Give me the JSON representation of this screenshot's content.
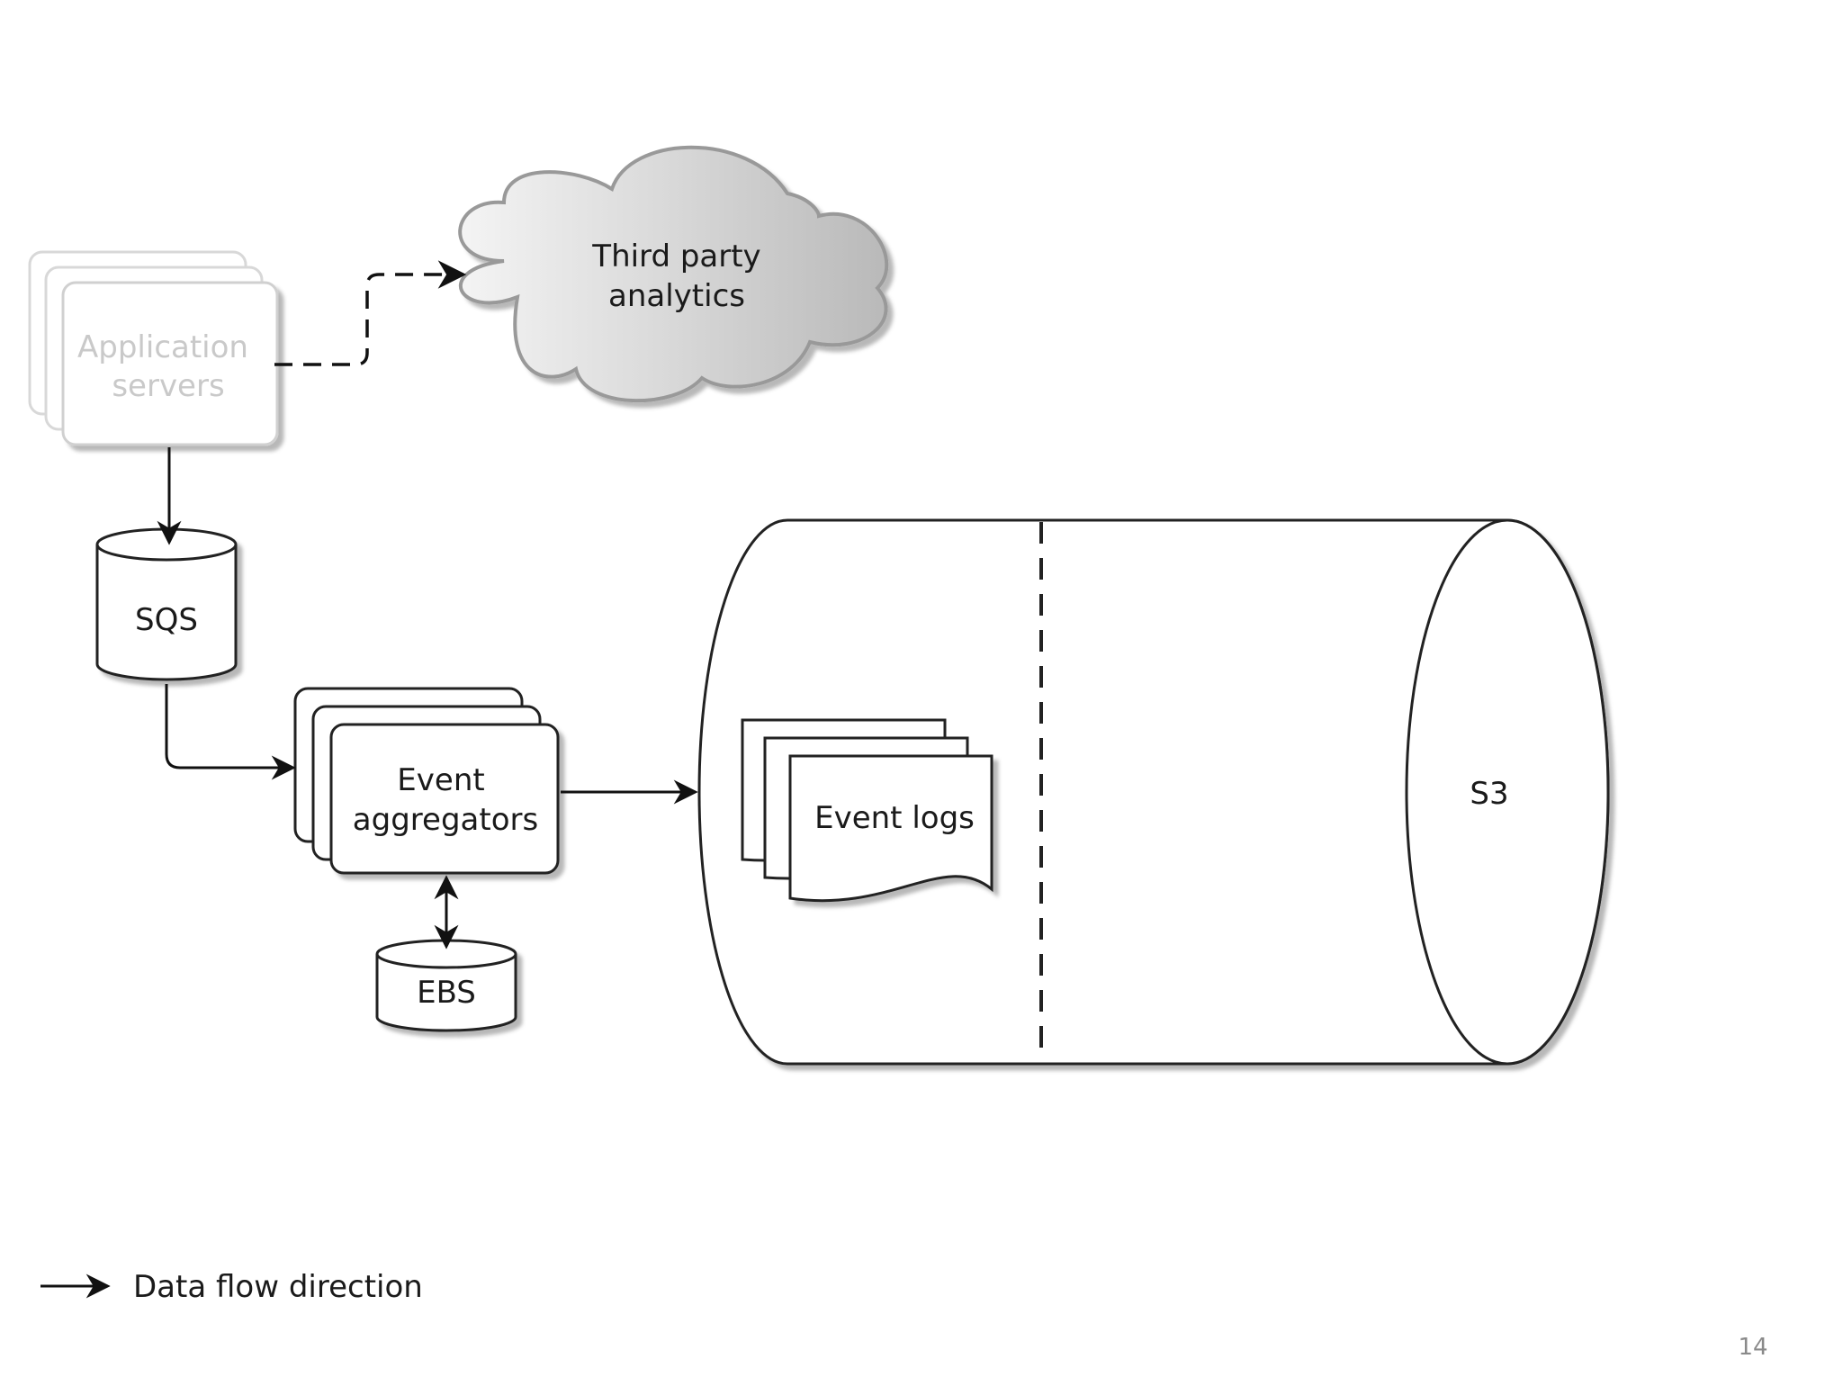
{
  "nodes": {
    "app_servers": {
      "line1": "Application",
      "line2": "servers"
    },
    "third_party": {
      "line1": "Third party",
      "line2": "analytics"
    },
    "sqs": {
      "label": "SQS"
    },
    "event_aggregators": {
      "line1": "Event",
      "line2": "aggregators"
    },
    "ebs": {
      "label": "EBS"
    },
    "event_logs": {
      "label": "Event logs"
    },
    "s3": {
      "label": "S3"
    }
  },
  "legend": {
    "label": "Data flow direction"
  },
  "page_number": "14"
}
